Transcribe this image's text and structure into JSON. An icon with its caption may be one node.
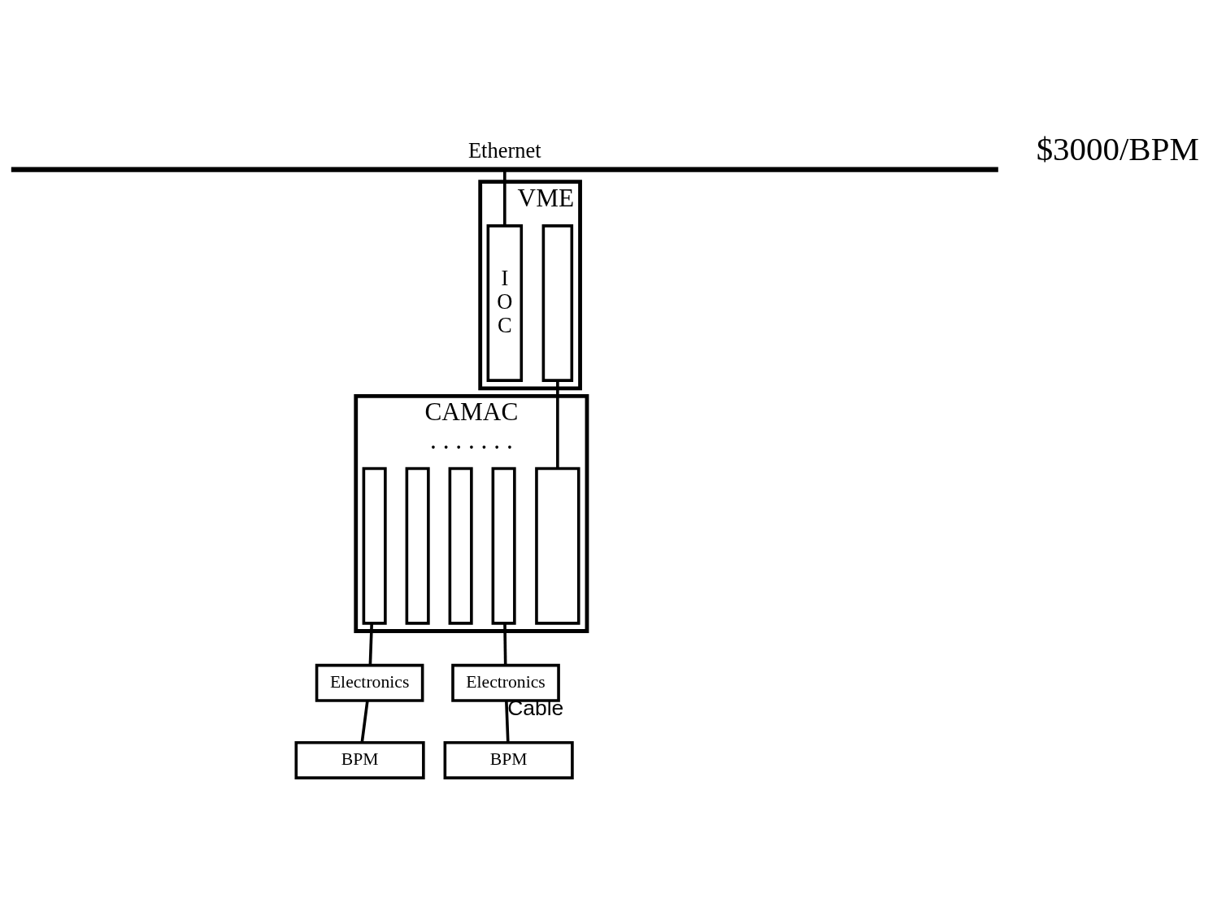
{
  "diagram": {
    "nodes": [
      {
        "text": [
          "Ethernet"
        ]
      },
      {
        "text": [
          "VME"
        ]
      },
      {
        "text": [
          "I O C"
        ],
        "in": 1
      },
      {
        "text": [],
        "shape": "box",
        "in": 1
      },
      {
        "text": [
          "CAMAC",
          ". . . . . . ."
        ]
      },
      {
        "text": [],
        "shape": "box",
        "in": 4
      },
      {
        "text": [],
        "shape": "box",
        "in": 4
      },
      {
        "text": [],
        "shape": "box",
        "in": 4
      },
      {
        "text": [],
        "shape": "box",
        "in": 4
      },
      {
        "text": [],
        "shape": "box",
        "in": 4
      },
      {
        "text": [
          "Electronics"
        ]
      },
      {
        "text": [
          "Electronics"
        ]
      },
      {
        "text": [
          "BPM"
        ]
      },
      {
        "text": [
          "BPM"
        ]
      }
    ],
    "edges": [
      {
        "from": 0,
        "to": 2,
        "arrow": "none"
      },
      {
        "from": 3,
        "to": 9,
        "arrow": "none"
      },
      {
        "from": 5,
        "to": 10,
        "arrow": "none"
      },
      {
        "from": 8,
        "to": 11,
        "arrow": "none"
      },
      {
        "from": 10,
        "to": 12,
        "arrow": "none"
      },
      {
        "from": 11,
        "to": 13,
        "arrow": "none",
        "label": "Cable"
      }
    ],
    "labels": [
      "$3000/BPM"
    ]
  }
}
